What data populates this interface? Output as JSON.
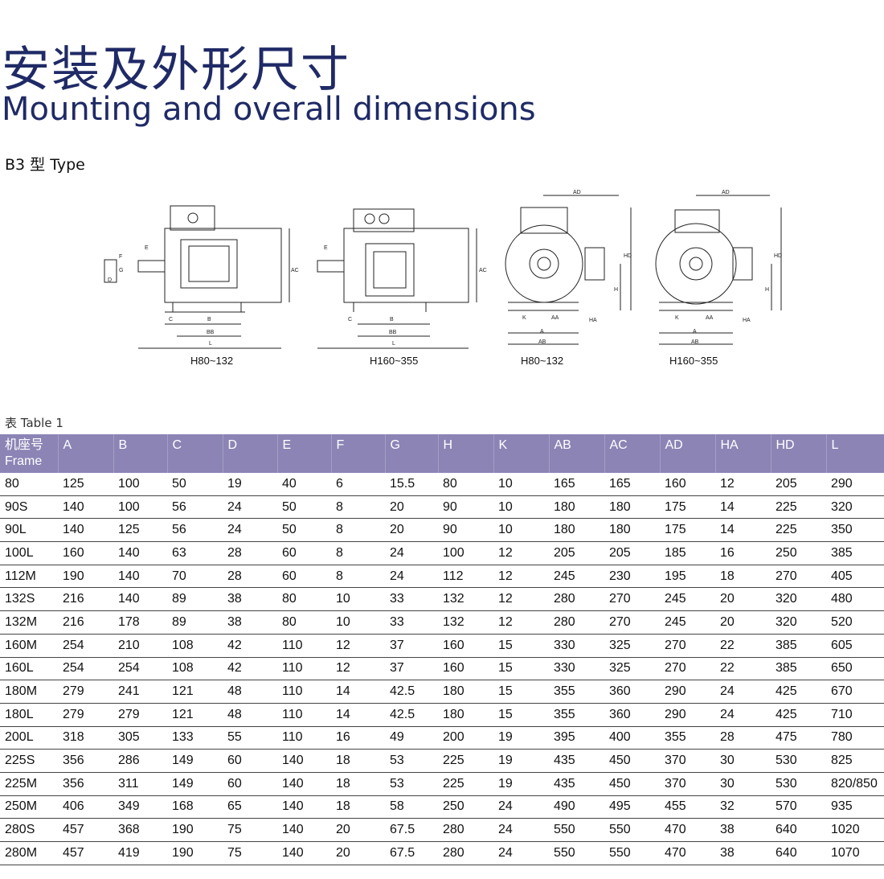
{
  "title_cn": "安装及外形尺寸",
  "title_en": "Mounting and overall dimensions",
  "type_label": "B3 型 Type",
  "drawings": {
    "captions": [
      "H80~132",
      "H160~355",
      "H80~132",
      "H160~355"
    ],
    "dim_labels": {
      "E": "E",
      "F": "F",
      "G": "G",
      "D": "D",
      "AC": "AC",
      "C": "C",
      "B": "B",
      "BB": "BB",
      "L": "L",
      "AD": "AD",
      "HD": "HD",
      "H": "H",
      "HA": "HA",
      "K": "K",
      "AA": "AA",
      "A": "A",
      "AB": "AB"
    }
  },
  "table_label": "表 Table 1",
  "table": {
    "header_frame_cn": "机座号",
    "header_frame_en": "Frame",
    "columns": [
      "A",
      "B",
      "C",
      "D",
      "E",
      "F",
      "G",
      "H",
      "K",
      "AB",
      "AC",
      "AD",
      "HA",
      "HD",
      "L"
    ],
    "rows": [
      [
        "80",
        "125",
        "100",
        "50",
        "19",
        "40",
        "6",
        "15.5",
        "80",
        "10",
        "165",
        "165",
        "160",
        "12",
        "205",
        "290"
      ],
      [
        "90S",
        "140",
        "100",
        "56",
        "24",
        "50",
        "8",
        "20",
        "90",
        "10",
        "180",
        "180",
        "175",
        "14",
        "225",
        "320"
      ],
      [
        "90L",
        "140",
        "125",
        "56",
        "24",
        "50",
        "8",
        "20",
        "90",
        "10",
        "180",
        "180",
        "175",
        "14",
        "225",
        "350"
      ],
      [
        "100L",
        "160",
        "140",
        "63",
        "28",
        "60",
        "8",
        "24",
        "100",
        "12",
        "205",
        "205",
        "185",
        "16",
        "250",
        "385"
      ],
      [
        "112M",
        "190",
        "140",
        "70",
        "28",
        "60",
        "8",
        "24",
        "112",
        "12",
        "245",
        "230",
        "195",
        "18",
        "270",
        "405"
      ],
      [
        "132S",
        "216",
        "140",
        "89",
        "38",
        "80",
        "10",
        "33",
        "132",
        "12",
        "280",
        "270",
        "245",
        "20",
        "320",
        "480"
      ],
      [
        "132M",
        "216",
        "178",
        "89",
        "38",
        "80",
        "10",
        "33",
        "132",
        "12",
        "280",
        "270",
        "245",
        "20",
        "320",
        "520"
      ],
      [
        "160M",
        "254",
        "210",
        "108",
        "42",
        "110",
        "12",
        "37",
        "160",
        "15",
        "330",
        "325",
        "270",
        "22",
        "385",
        "605"
      ],
      [
        "160L",
        "254",
        "254",
        "108",
        "42",
        "110",
        "12",
        "37",
        "160",
        "15",
        "330",
        "325",
        "270",
        "22",
        "385",
        "650"
      ],
      [
        "180M",
        "279",
        "241",
        "121",
        "48",
        "110",
        "14",
        "42.5",
        "180",
        "15",
        "355",
        "360",
        "290",
        "24",
        "425",
        "670"
      ],
      [
        "180L",
        "279",
        "279",
        "121",
        "48",
        "110",
        "14",
        "42.5",
        "180",
        "15",
        "355",
        "360",
        "290",
        "24",
        "425",
        "710"
      ],
      [
        "200L",
        "318",
        "305",
        "133",
        "55",
        "110",
        "16",
        "49",
        "200",
        "19",
        "395",
        "400",
        "355",
        "28",
        "475",
        "780"
      ],
      [
        "225S",
        "356",
        "286",
        "149",
        "60",
        "140",
        "18",
        "53",
        "225",
        "19",
        "435",
        "450",
        "370",
        "30",
        "530",
        "825"
      ],
      [
        "225M",
        "356",
        "311",
        "149",
        "60",
        "140",
        "18",
        "53",
        "225",
        "19",
        "435",
        "450",
        "370",
        "30",
        "530",
        "820/850"
      ],
      [
        "250M",
        "406",
        "349",
        "168",
        "65",
        "140",
        "18",
        "58",
        "250",
        "24",
        "490",
        "495",
        "455",
        "32",
        "570",
        "935"
      ],
      [
        "280S",
        "457",
        "368",
        "190",
        "75",
        "140",
        "20",
        "67.5",
        "280",
        "24",
        "550",
        "550",
        "470",
        "38",
        "640",
        "1020"
      ],
      [
        "280M",
        "457",
        "419",
        "190",
        "75",
        "140",
        "20",
        "67.5",
        "280",
        "24",
        "550",
        "550",
        "470",
        "38",
        "640",
        "1070"
      ]
    ]
  },
  "colors": {
    "title": "#1f2a66",
    "header_bg": "#8b84b5",
    "header_text": "#ffffff"
  }
}
